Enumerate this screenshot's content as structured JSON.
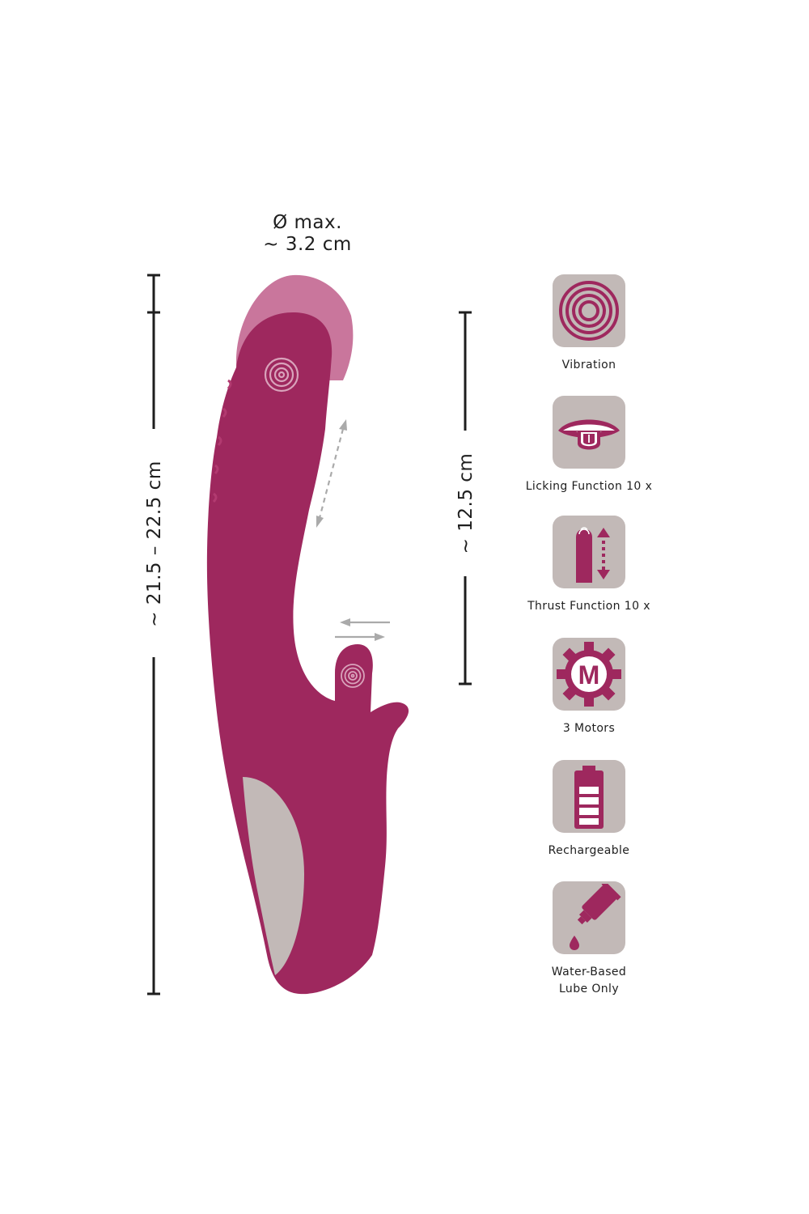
{
  "diameter": {
    "line1": "Ø max.",
    "line2": "~  3.2 cm"
  },
  "total_length": "~ 21.5 – 22.5 cm",
  "insertable_length": "~ 12.5 cm",
  "features": [
    {
      "icon": "vibration-icon",
      "lines": [
        "Vibration"
      ]
    },
    {
      "icon": "licking-tongue-icon",
      "lines": [
        "Licking Function 10 x"
      ]
    },
    {
      "icon": "thrust-icon",
      "lines": [
        "Thrust Function 10 x"
      ]
    },
    {
      "icon": "motors-gear-icon",
      "lines": [
        "3 Motors"
      ],
      "glyph": "M"
    },
    {
      "icon": "battery-icon",
      "lines": [
        "Rechargeable"
      ]
    },
    {
      "icon": "lube-tube-icon",
      "lines": [
        "Water-Based",
        "Lube Only"
      ]
    }
  ],
  "colors": {
    "brand": "#9e285e",
    "tip": "#c9769c",
    "tile": "#c2b9b7",
    "grey": "#c2b9b7",
    "ink": "#1e1e1e"
  }
}
